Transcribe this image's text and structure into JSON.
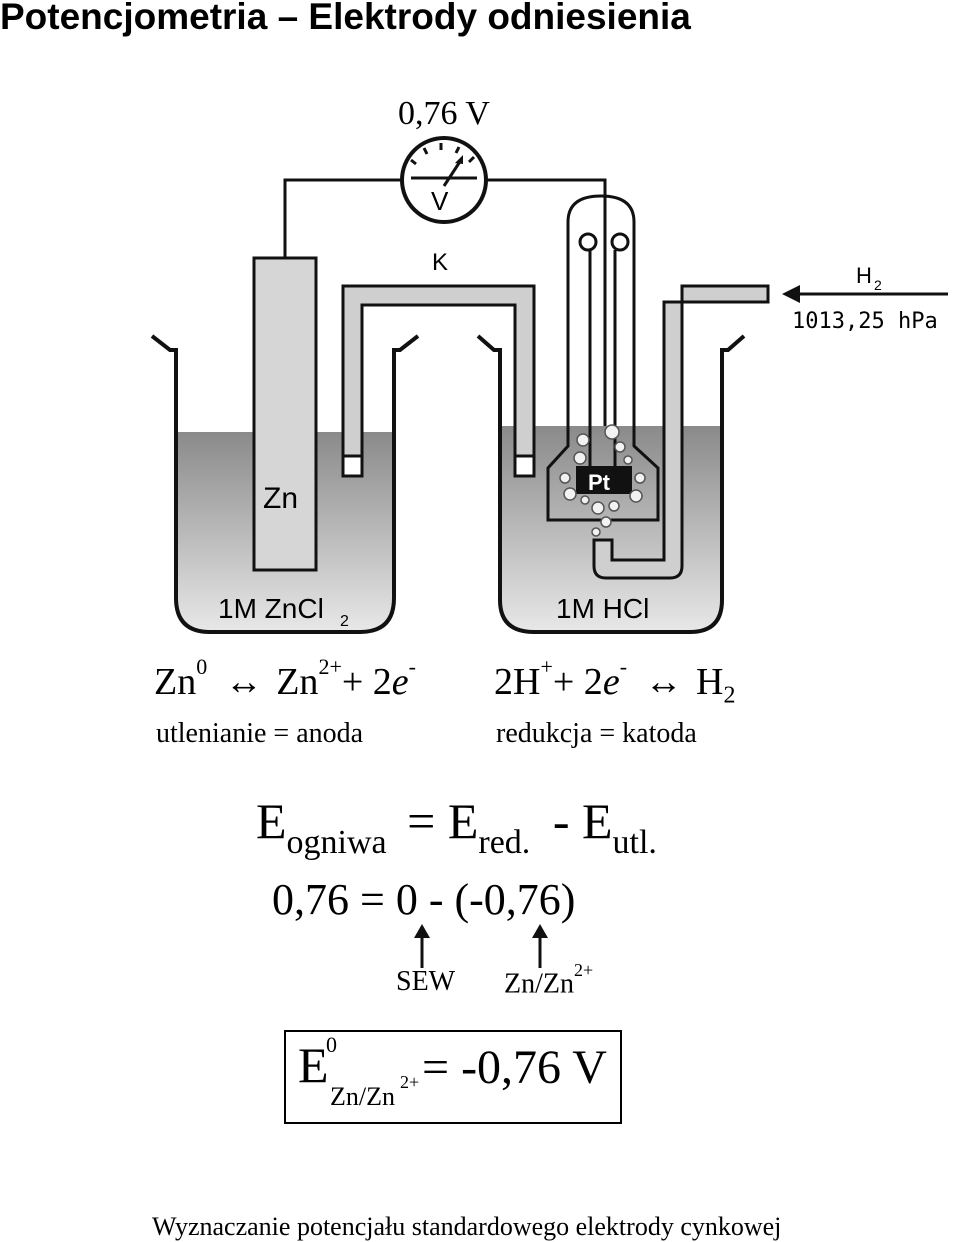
{
  "page": {
    "title": "Potencjometria – Elektrody odniesienia"
  },
  "apparatus": {
    "voltmeter_reading": "0,76 V",
    "voltmeter_symbol": "V",
    "salt_bridge_label": "K",
    "anode_metal_label": "Zn",
    "cathode_metal_label": "Pt",
    "hydrogen_label": "H",
    "hydrogen_subscript": "2",
    "pressure_label": "1013,25 hPa",
    "left_solution_label": "1M ZnCl",
    "left_solution_subscript": "2",
    "right_solution_label": "1M HCl",
    "colors": {
      "solution_top": "#8c8c8c",
      "solution_bottom": "#e6e6e6",
      "electrode": "#d6d6d6",
      "outline": "#1a1a1a"
    }
  },
  "reactions": {
    "anode": {
      "zn": "Zn",
      "zero": "0",
      "arrow": "↔",
      "zn2": "Zn",
      "charge": "2+",
      "plus": "+ 2",
      "e": "e",
      "minus": "-",
      "description": "utlenianie = anoda"
    },
    "cathode": {
      "two_h": "2H",
      "plus_charge": "+",
      "plus": "+ 2",
      "e": "e",
      "minus": "-",
      "arrow": "↔",
      "h": "H",
      "two": "2",
      "description": "redukcja = katoda"
    }
  },
  "cell_equation": {
    "e1": "E",
    "sub1": "ogniwa",
    "eq": "=",
    "e2": "E",
    "sub2": "red.",
    "minus": "-",
    "e3": "E",
    "sub3": "utl.",
    "numeric": "0,76 = 0 - (-0,76)",
    "sew_label": "SEW",
    "couple_label": "Zn/Zn",
    "couple_charge": "2+"
  },
  "standard_potential": {
    "e": "E",
    "zero": "0",
    "subscript": "Zn/Zn",
    "charge": "2+",
    "value": "= -0,76 V"
  },
  "caption": "Wyznaczanie potencjału standardowego elektrody cynkowej"
}
